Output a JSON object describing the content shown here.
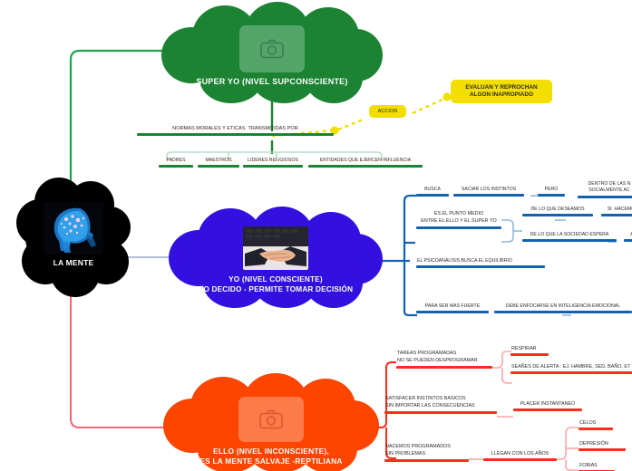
{
  "center": {
    "label": "LA MENTE",
    "color": "#000000",
    "image": "brain-photo"
  },
  "branches": [
    {
      "id": "super-yo",
      "color": "#1b8332",
      "title": "SUPER YO (NIVEL SUPCONSCIENTE)",
      "image": "camera-placeholder",
      "topics": [
        {
          "id": "normas",
          "text": "NORMAS MORALES Y ETICAS  TRANSMITIDAS POR"
        },
        {
          "id": "padres",
          "text": "PADRES"
        },
        {
          "id": "maestros",
          "text": "MAESTROS"
        },
        {
          "id": "lideres",
          "text": "LIDERES RELIGIOSOS"
        },
        {
          "id": "entidades",
          "text": "ENTIDADES QUE EJERCEN INFLUENCIA"
        }
      ],
      "callouts": [
        {
          "id": "accion",
          "text": "ACCION"
        },
        {
          "id": "evaluan",
          "text": "EVALUAN Y REPROCHAN\nALGON INAPROPIADO"
        }
      ]
    },
    {
      "id": "yo",
      "color": "#3310e0",
      "barcolor": "#1362b0",
      "title": "YO (NIVEL CONSCIENTE)\nYO DECIDO - PERMITE TOMAR DECISIÓN",
      "image": "handshake-photo",
      "topics": [
        {
          "id": "busca",
          "text": "BUSCA"
        },
        {
          "id": "saciar",
          "text": "SACIAR LOS INSTINTOS"
        },
        {
          "id": "pero",
          "text": "PERO"
        },
        {
          "id": "dentro",
          "text": "DENTRO DE LAS N\nSOCIALMENTE AC"
        },
        {
          "id": "punto-medio",
          "text": "ES EL PUNTO MEDIO\nENTRE EL ELLO Y EL SUPER YO"
        },
        {
          "id": "deseamos",
          "text": "DE LO QUE DESEAMOS"
        },
        {
          "id": "si-hacemos",
          "text": "SI  HACEMO"
        },
        {
          "id": "sociedad",
          "text": "DE LO QUE LA SOCIEDAD ESPERA"
        },
        {
          "id": "a-corto",
          "text": "A"
        },
        {
          "id": "psicoanalisis",
          "text": "EL PSICOANÁLISIS BUSCA EL EQUILIBRIO"
        },
        {
          "id": "mas-fuerte",
          "text": "PARA SER MAS FUERTE"
        },
        {
          "id": "inteligencia",
          "text": "DEBE ENFOCARSE EN INTELIGENCIA EMOCIONAL"
        }
      ]
    },
    {
      "id": "ello",
      "color": "#fb4500",
      "barcolor": "#fb2d1c",
      "title": "ELLO (NIVEL INCONSCIENTE),\nES LA MENTE SALVAJE -REPTILIANA",
      "image": "camera-placeholder",
      "topics": [
        {
          "id": "tareas",
          "text": "TAREAS PROGRAMADAS\nNO SE PUEDEN DESPROGRAMAR"
        },
        {
          "id": "respirar",
          "text": "RESPIRAR"
        },
        {
          "id": "senales",
          "text": "SEAÑES DE ALERTA : EJ. HAMBRE, SED, BAÑO, ET"
        },
        {
          "id": "satisfacer",
          "text": "SATISFACER INSTINTOS BASICOS\nSIN IMPORTAR LAS CONSECUENCIAS"
        },
        {
          "id": "placer",
          "text": "PLACER INSTANTANEO"
        },
        {
          "id": "nacemos",
          "text": "NACEMOS PROGRAMADOS\nSIN PROBLEMAS"
        },
        {
          "id": "llegan",
          "text": "LLEGAN CON LOS AÑOS"
        },
        {
          "id": "celos",
          "text": "CELOS"
        },
        {
          "id": "depresion",
          "text": "DEPRESIÓN"
        },
        {
          "id": "fobias",
          "text": "FOBIAS"
        }
      ]
    }
  ]
}
